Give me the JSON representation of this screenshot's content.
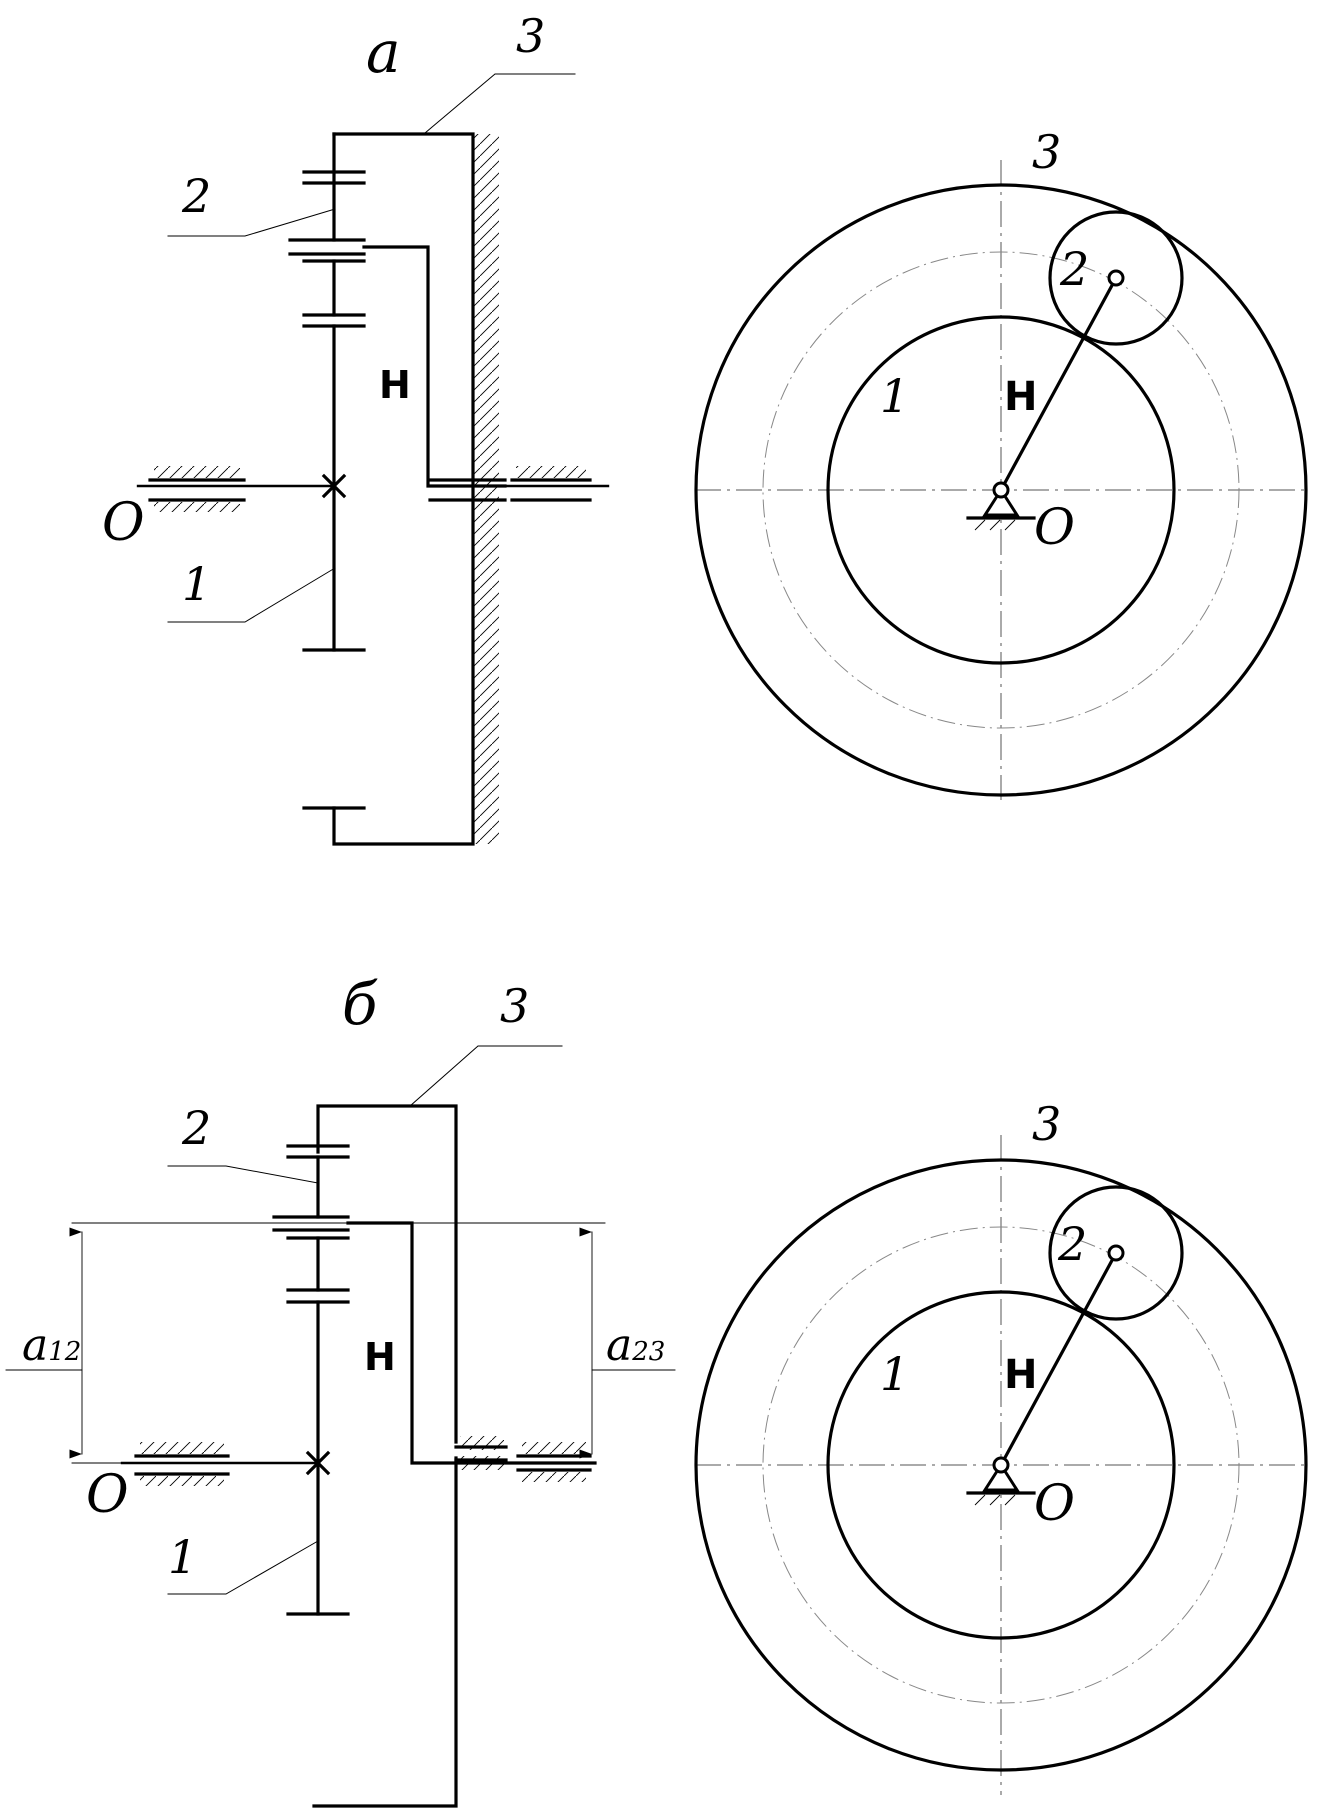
{
  "diagram_a": {
    "title": "а",
    "labels": {
      "ring": "3",
      "planet": "2",
      "sun": "1",
      "carrier": "H",
      "axis": "O"
    },
    "view": {
      "ring": "3",
      "planet": "2",
      "sun": "1",
      "carrier": "H",
      "axis": "O"
    }
  },
  "diagram_b": {
    "title": "б",
    "labels": {
      "ring": "3",
      "planet": "2",
      "sun": "1",
      "carrier": "H",
      "axis": "O"
    },
    "dims": {
      "a12": "a",
      "a12_sub": "12",
      "a23": "a",
      "a23_sub": "23"
    },
    "view": {
      "ring": "3",
      "planet": "2",
      "sun": "1",
      "carrier": "H",
      "axis": "O"
    }
  }
}
